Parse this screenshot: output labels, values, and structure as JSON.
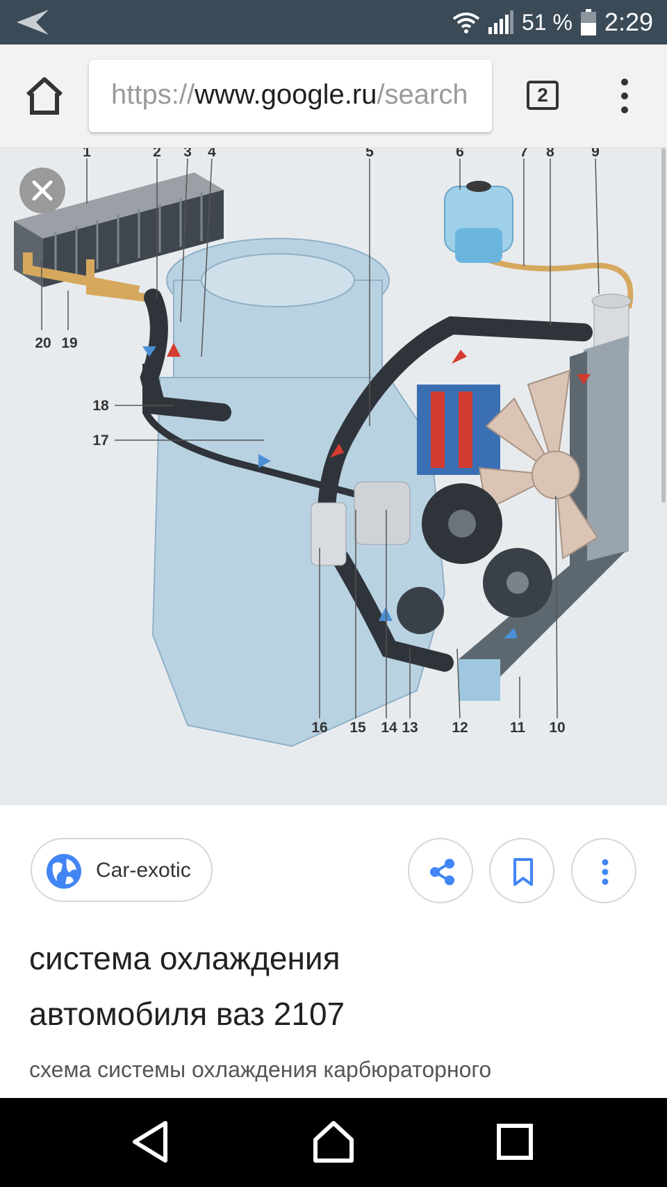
{
  "status_bar": {
    "battery": "51 %",
    "time": "2:29"
  },
  "browser": {
    "url_scheme": "https://",
    "url_host": "www.google.ru",
    "url_path": "/search",
    "tab_count": "2"
  },
  "diagram": {
    "labels": [
      "1",
      "2",
      "3",
      "4",
      "5",
      "6",
      "7",
      "8",
      "9",
      "10",
      "11",
      "12",
      "13",
      "14",
      "15",
      "16",
      "17",
      "18",
      "19",
      "20"
    ]
  },
  "result": {
    "source_name": "Car-exotic",
    "title_line1": "система охлаждения",
    "title_line2": "автомобиля ваз 2107",
    "snippet": "схема системы охлаждения карбюраторного"
  },
  "colors": {
    "accent": "#4285f4",
    "status_bar": "#3a4a57"
  }
}
